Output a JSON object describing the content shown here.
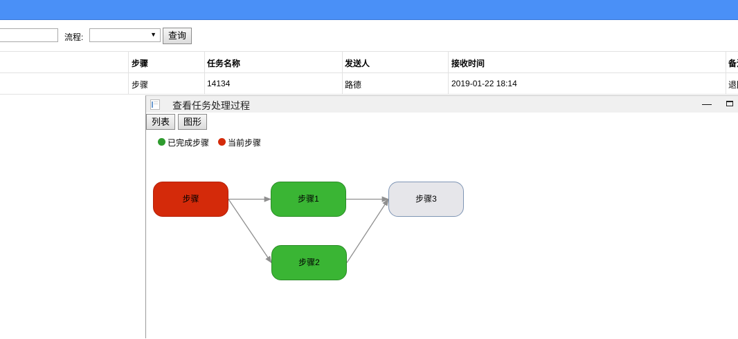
{
  "filter": {
    "flow_label": "流程:",
    "flow_select_value": "",
    "query_button": "查询"
  },
  "grid": {
    "columns": [
      "步骤",
      "任务名称",
      "发送人",
      "接收时间",
      "备注"
    ],
    "rows": [
      [
        "步骤",
        "14134",
        "路德",
        "2019-01-22 18:14",
        "退回"
      ]
    ]
  },
  "dialog": {
    "title": "查看任务处理过程",
    "tabs": [
      "列表",
      "图形"
    ],
    "legend": [
      {
        "label": "已完成步骤",
        "color": "#2e9b2e"
      },
      {
        "label": "当前步骤",
        "color": "#d42a0a"
      }
    ],
    "nodes": [
      {
        "id": "n0",
        "label": "步骤",
        "status": "current",
        "fill": "#d42a0a",
        "border": "#b52008"
      },
      {
        "id": "n1",
        "label": "步骤1",
        "status": "completed",
        "fill": "#3ab534",
        "border": "#2b8c27"
      },
      {
        "id": "n2",
        "label": "步骤2",
        "status": "completed",
        "fill": "#3ab534",
        "border": "#2b8c27"
      },
      {
        "id": "n3",
        "label": "步骤3",
        "status": "pending",
        "fill": "#e6e6ea",
        "border": "#7e95b4"
      }
    ],
    "edges": [
      {
        "from": "n0",
        "to": "n1"
      },
      {
        "from": "n0",
        "to": "n2"
      },
      {
        "from": "n1",
        "to": "n3"
      },
      {
        "from": "n2",
        "to": "n3"
      }
    ]
  }
}
